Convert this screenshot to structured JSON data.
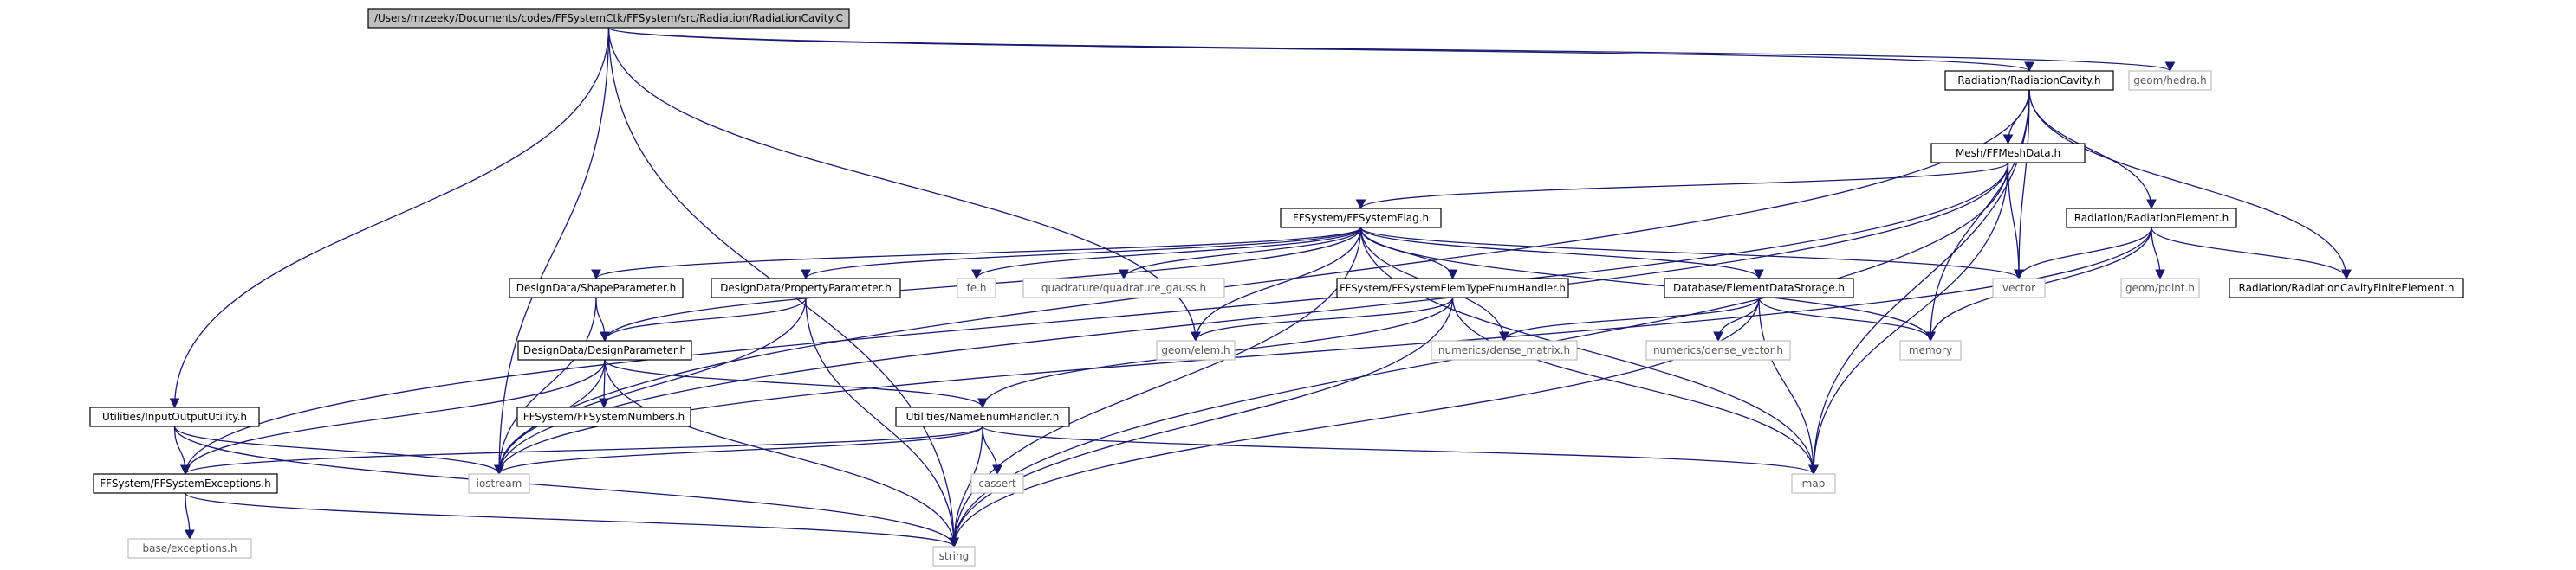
{
  "graph": {
    "colors": {
      "edge": "#191970",
      "node_border": "#000000",
      "external_border": "#bfbfbf",
      "root_fill": "#bfbfbf",
      "node_fill": "#ffffff",
      "node_text": "#000000",
      "external_text": "#555555"
    },
    "nodes": [
      {
        "id": "root",
        "label": "/Users/mrzeeky/Documents/codes/FFSystemCtk/FFSystem/src/Radiation/RadiationCavity.C",
        "kind": "root"
      },
      {
        "id": "geom_hedra",
        "label": "geom/hedra.h",
        "kind": "external"
      },
      {
        "id": "radcavity",
        "label": "Radiation/RadiationCavity.h",
        "kind": "internal"
      },
      {
        "id": "meshdata",
        "label": "Mesh/FFMeshData.h",
        "kind": "internal"
      },
      {
        "id": "ffsysflag",
        "label": "FFSystem/FFSystemFlag.h",
        "kind": "internal"
      },
      {
        "id": "radelement",
        "label": "Radiation/RadiationElement.h",
        "kind": "internal"
      },
      {
        "id": "vector",
        "label": "vector",
        "kind": "external"
      },
      {
        "id": "geom_point",
        "label": "geom/point.h",
        "kind": "external"
      },
      {
        "id": "radfinite",
        "label": "Radiation/RadiationCavityFiniteElement.h",
        "kind": "internal"
      },
      {
        "id": "shapeparam",
        "label": "DesignData/ShapeParameter.h",
        "kind": "internal"
      },
      {
        "id": "propparam",
        "label": "DesignData/PropertyParameter.h",
        "kind": "internal"
      },
      {
        "id": "fe_h",
        "label": "fe.h",
        "kind": "external"
      },
      {
        "id": "quadrature",
        "label": "quadrature/quadrature_gauss.h",
        "kind": "external"
      },
      {
        "id": "elemtype",
        "label": "FFSystem/FFSystemElemTypeEnumHandler.h",
        "kind": "internal"
      },
      {
        "id": "elemdata",
        "label": "Database/ElementDataStorage.h",
        "kind": "internal"
      },
      {
        "id": "geom_elem",
        "label": "geom/elem.h",
        "kind": "external"
      },
      {
        "id": "dense_matrix",
        "label": "numerics/dense_matrix.h",
        "kind": "external"
      },
      {
        "id": "dense_vector",
        "label": "numerics/dense_vector.h",
        "kind": "external"
      },
      {
        "id": "memory",
        "label": "memory",
        "kind": "external"
      },
      {
        "id": "designparam",
        "label": "DesignData/DesignParameter.h",
        "kind": "internal"
      },
      {
        "id": "ffsysnumbers",
        "label": "FFSystem/FFSystemNumbers.h",
        "kind": "internal"
      },
      {
        "id": "inputoutput",
        "label": "Utilities/InputOutputUtility.h",
        "kind": "internal"
      },
      {
        "id": "nameenum",
        "label": "Utilities/NameEnumHandler.h",
        "kind": "internal"
      },
      {
        "id": "iostream",
        "label": "iostream",
        "kind": "external"
      },
      {
        "id": "cassert",
        "label": "cassert",
        "kind": "external"
      },
      {
        "id": "map",
        "label": "map",
        "kind": "external"
      },
      {
        "id": "ffsysexceptions",
        "label": "FFSystem/FFSystemExceptions.h",
        "kind": "internal"
      },
      {
        "id": "base_exceptions",
        "label": "base/exceptions.h",
        "kind": "external"
      },
      {
        "id": "string",
        "label": "string",
        "kind": "external"
      }
    ],
    "edges": [
      [
        "root",
        "geom_hedra"
      ],
      [
        "root",
        "radcavity"
      ],
      [
        "root",
        "string"
      ],
      [
        "root",
        "inputoutput"
      ],
      [
        "root",
        "iostream"
      ],
      [
        "root",
        "geom_elem"
      ],
      [
        "radcavity",
        "meshdata"
      ],
      [
        "radcavity",
        "vector"
      ],
      [
        "radcavity",
        "radelement"
      ],
      [
        "radcavity",
        "radfinite"
      ],
      [
        "radcavity",
        "memory"
      ],
      [
        "radcavity",
        "map"
      ],
      [
        "radcavity",
        "iostream"
      ],
      [
        "meshdata",
        "ffsysflag"
      ],
      [
        "meshdata",
        "vector"
      ],
      [
        "meshdata",
        "map"
      ],
      [
        "meshdata",
        "string"
      ],
      [
        "meshdata",
        "iostream"
      ],
      [
        "meshdata",
        "ffsysexceptions"
      ],
      [
        "radelement",
        "vector"
      ],
      [
        "radelement",
        "geom_point"
      ],
      [
        "radelement",
        "radfinite"
      ],
      [
        "radelement",
        "memory"
      ],
      [
        "radelement",
        "iostream"
      ],
      [
        "ffsysflag",
        "vector"
      ],
      [
        "ffsysflag",
        "shapeparam"
      ],
      [
        "ffsysflag",
        "propparam"
      ],
      [
        "ffsysflag",
        "fe_h"
      ],
      [
        "ffsysflag",
        "quadrature"
      ],
      [
        "ffsysflag",
        "elemtype"
      ],
      [
        "ffsysflag",
        "elemdata"
      ],
      [
        "ffsysflag",
        "geom_elem"
      ],
      [
        "ffsysflag",
        "dense_matrix"
      ],
      [
        "ffsysflag",
        "memory"
      ],
      [
        "ffsysflag",
        "map"
      ],
      [
        "ffsysflag",
        "designparam"
      ],
      [
        "ffsysflag",
        "string"
      ],
      [
        "shapeparam",
        "designparam"
      ],
      [
        "shapeparam",
        "iostream"
      ],
      [
        "propparam",
        "designparam"
      ],
      [
        "propparam",
        "string"
      ],
      [
        "propparam",
        "iostream"
      ],
      [
        "elemtype",
        "geom_elem"
      ],
      [
        "elemtype",
        "nameenum"
      ],
      [
        "elemtype",
        "map"
      ],
      [
        "elemtype",
        "string"
      ],
      [
        "elemdata",
        "dense_matrix"
      ],
      [
        "elemdata",
        "dense_vector"
      ],
      [
        "elemdata",
        "memory"
      ],
      [
        "elemdata",
        "map"
      ],
      [
        "elemdata",
        "string"
      ],
      [
        "designparam",
        "ffsysnumbers"
      ],
      [
        "designparam",
        "nameenum"
      ],
      [
        "designparam",
        "iostream"
      ],
      [
        "designparam",
        "string"
      ],
      [
        "designparam",
        "ffsysexceptions"
      ],
      [
        "inputoutput",
        "ffsysexceptions"
      ],
      [
        "inputoutput",
        "iostream"
      ],
      [
        "inputoutput",
        "string"
      ],
      [
        "nameenum",
        "ffsysexceptions"
      ],
      [
        "nameenum",
        "iostream"
      ],
      [
        "nameenum",
        "cassert"
      ],
      [
        "nameenum",
        "string"
      ],
      [
        "nameenum",
        "map"
      ],
      [
        "ffsysexceptions",
        "base_exceptions"
      ],
      [
        "ffsysexceptions",
        "string"
      ]
    ]
  }
}
